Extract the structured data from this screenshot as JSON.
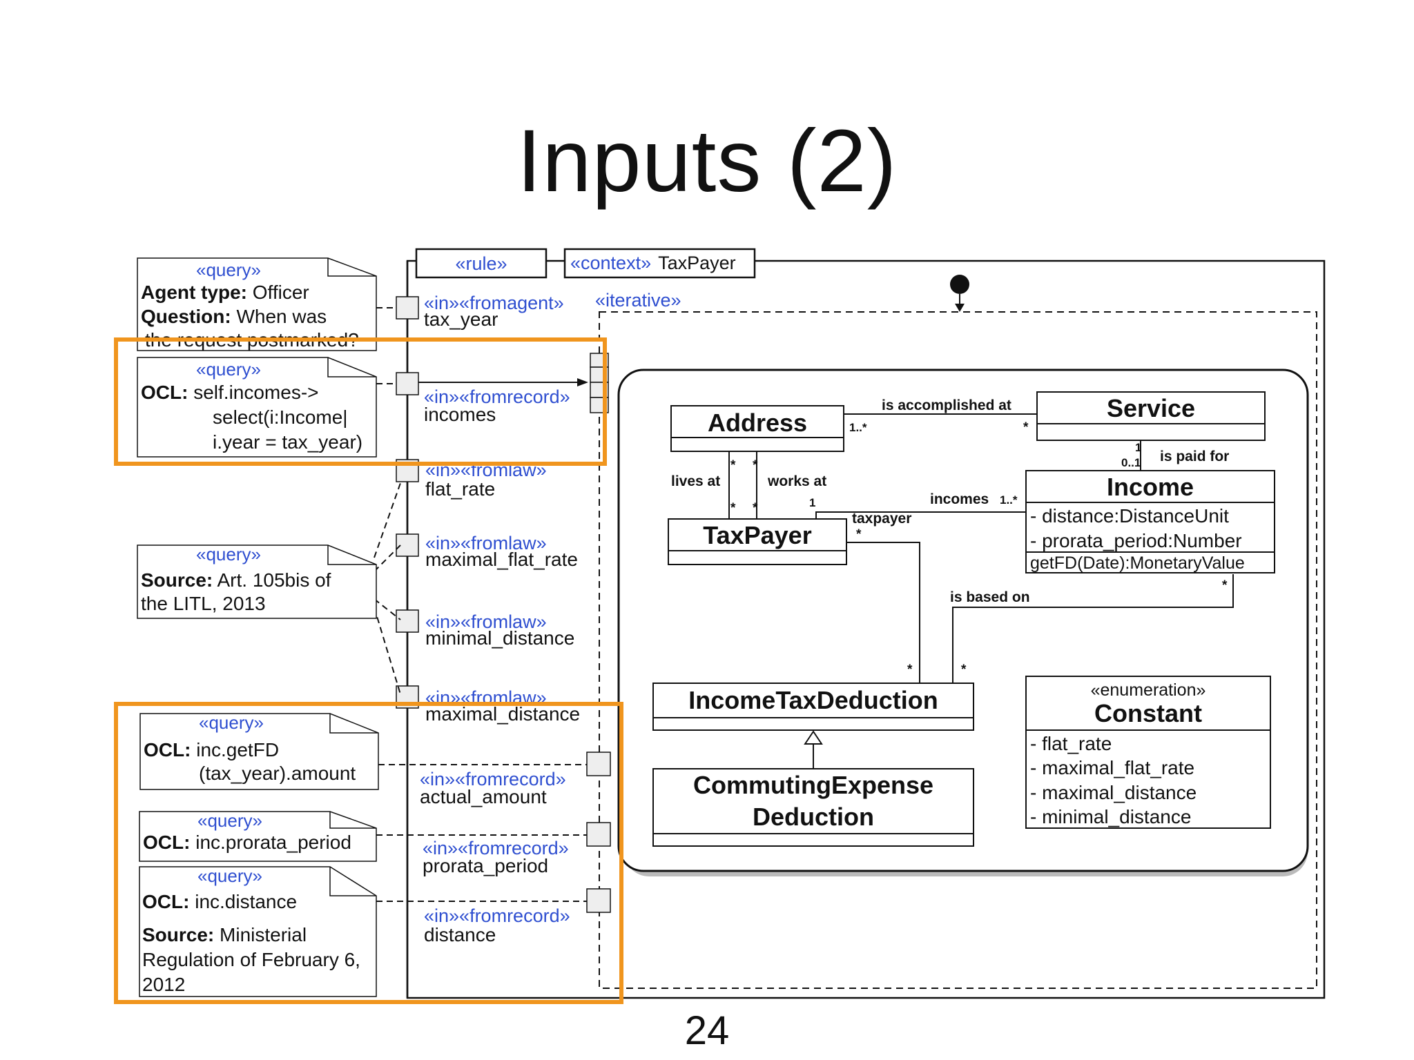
{
  "slide": {
    "title": "Inputs (2)",
    "page_number": "24"
  },
  "header": {
    "rule_tag": "«rule»",
    "context_tag": "«context»",
    "context_name": "TaxPayer",
    "iterative_tag": "«iterative»"
  },
  "notes": {
    "n1": {
      "tag": "«query»",
      "l1_bold": "Agent type:",
      "l1_rest": " Officer",
      "l2_bold": "Question:",
      "l2_rest": " When was",
      "l3": "the request postmarked?"
    },
    "n2": {
      "tag": "«query»",
      "l1_bold": "OCL:",
      "l1_rest": " self.incomes->",
      "l2": "select(i:Income|",
      "l3": "i.year = tax_year)"
    },
    "n3": {
      "tag": "«query»",
      "l1_bold": "Source:",
      "l1_rest": " Art. 105bis of",
      "l2": "the LITL, 2013"
    },
    "n4": {
      "tag": "«query»",
      "l1_bold": "OCL:",
      "l1_rest": " inc.getFD",
      "l2": "(tax_year).amount"
    },
    "n5": {
      "tag": "«query»",
      "l1_bold": "OCL:",
      "l1_rest": " inc.prorata_period"
    },
    "n6": {
      "tag": "«query»",
      "l1_bold": "OCL:",
      "l1_rest": " inc.distance",
      "l2_bold": "Source:",
      "l2_rest": " Ministerial",
      "l3": "Regulation of February 6,",
      "l4": "2012"
    }
  },
  "pins": [
    {
      "stereotype": "«in»«fromagent»",
      "name": "tax_year"
    },
    {
      "stereotype": "«in»«fromrecord»",
      "name": "incomes"
    },
    {
      "stereotype": "«in»«fromlaw»",
      "name": "flat_rate"
    },
    {
      "stereotype": "«in»«fromlaw»",
      "name": "maximal_flat_rate"
    },
    {
      "stereotype": "«in»«fromlaw»",
      "name": "minimal_distance"
    },
    {
      "stereotype": "«in»«fromlaw»",
      "name": "maximal_distance"
    },
    {
      "stereotype": "«in»«fromrecord»",
      "name": "actual_amount"
    },
    {
      "stereotype": "«in»«fromrecord»",
      "name": "prorata_period"
    },
    {
      "stereotype": "«in»«fromrecord»",
      "name": "distance"
    }
  ],
  "classes": {
    "address": "Address",
    "service": "Service",
    "income": {
      "name": "Income",
      "attrs": [
        "- distance:DistanceUnit",
        "- prorata_period:Number"
      ],
      "op": "getFD(Date):MonetaryValue"
    },
    "taxpayer": "TaxPayer",
    "itd": "IncomeTaxDeduction",
    "ced_l1": "CommutingExpense",
    "ced_l2": "Deduction",
    "constant": {
      "stereotype": "«enumeration»",
      "name": "Constant",
      "literals": [
        "- flat_rate",
        "- maximal_flat_rate",
        "- maximal_distance",
        "- minimal_distance"
      ]
    }
  },
  "associations": {
    "accomplished": "is accomplished at",
    "m_1n": "1..*",
    "m_star": "*",
    "paid_for": "is paid for",
    "m_1": "1",
    "m_01": "0..1",
    "lives_at": "lives at",
    "works_at": "works at",
    "incomes": "incomes",
    "taxpayer_role": "taxpayer",
    "based_on": "is based on"
  },
  "colors": {
    "stereotype_blue": "#2f4fd0",
    "highlight_orange": "#f0951e",
    "line": "#111111",
    "pin_fill": "#eeeeee"
  }
}
